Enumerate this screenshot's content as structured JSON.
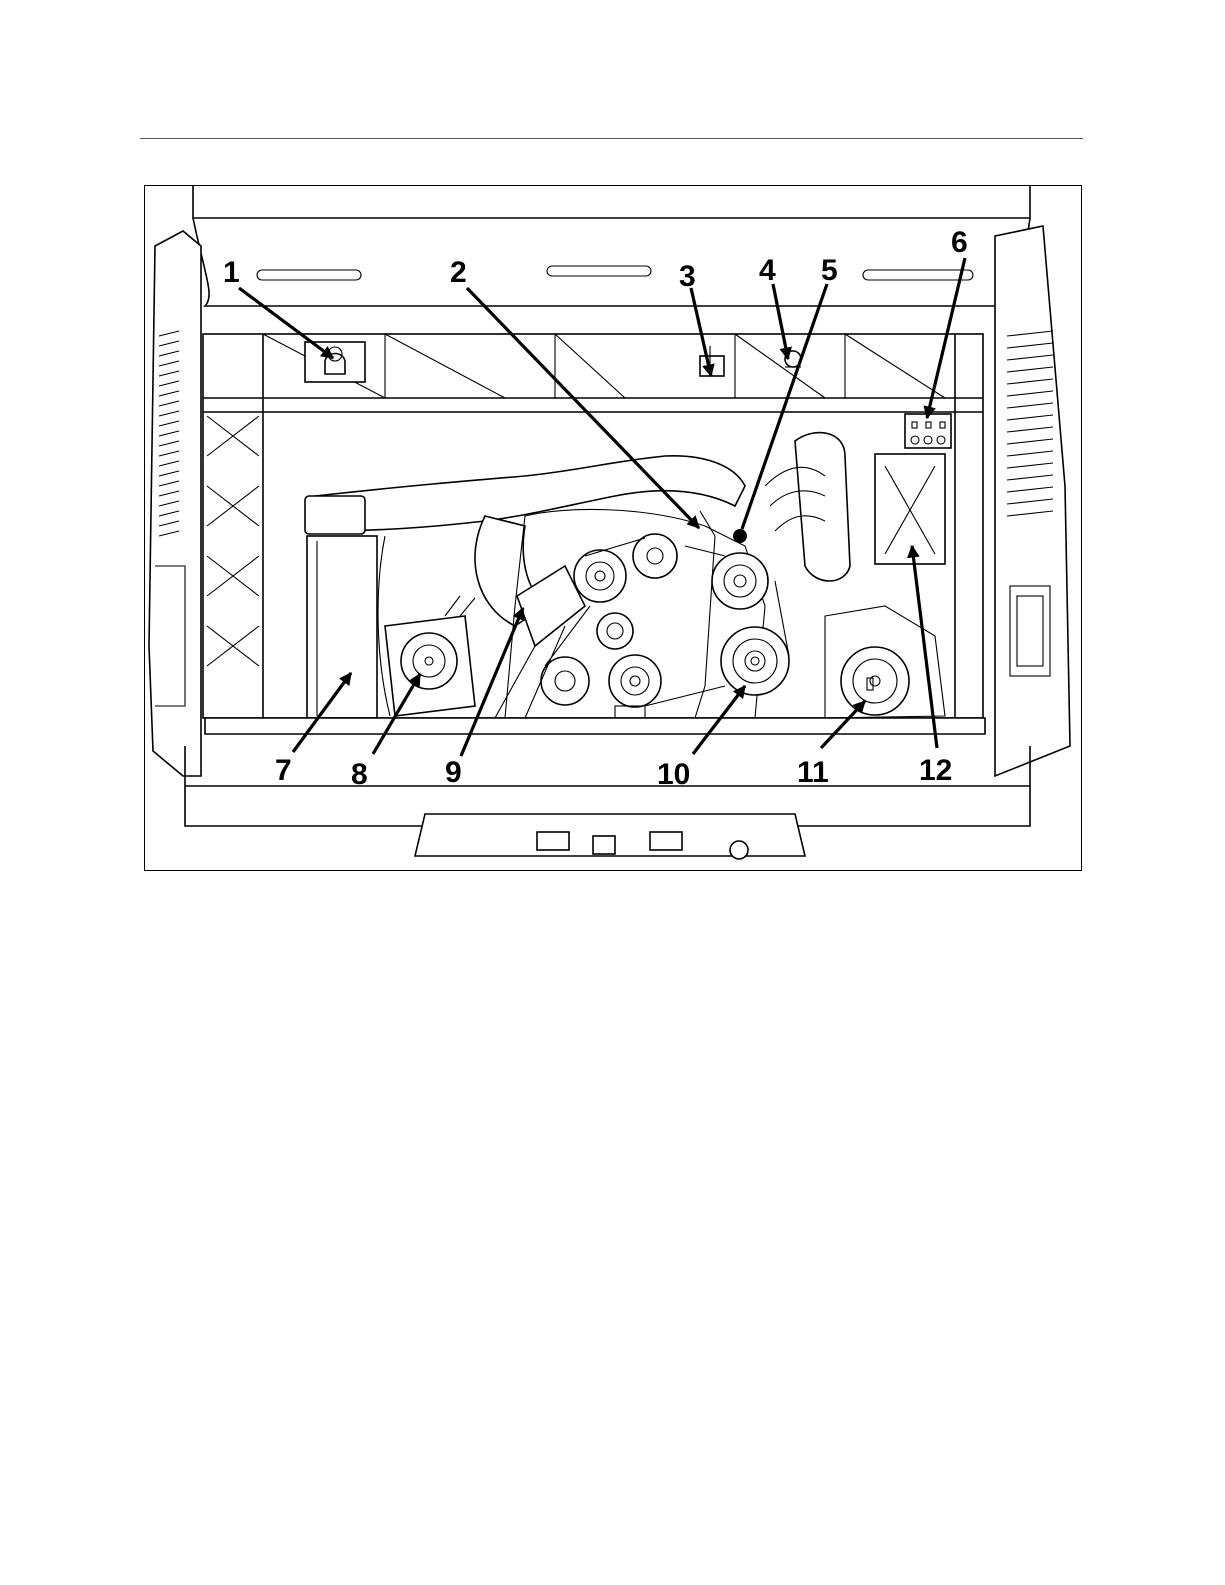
{
  "figure": {
    "description_icon": "engine-compartment-illustration",
    "callouts": [
      {
        "id": "1",
        "label": "1"
      },
      {
        "id": "2",
        "label": "2"
      },
      {
        "id": "3",
        "label": "3"
      },
      {
        "id": "4",
        "label": "4"
      },
      {
        "id": "5",
        "label": "5"
      },
      {
        "id": "6",
        "label": "6"
      },
      {
        "id": "7",
        "label": "7"
      },
      {
        "id": "8",
        "label": "8"
      },
      {
        "id": "9",
        "label": "9"
      },
      {
        "id": "10",
        "label": "10"
      },
      {
        "id": "11",
        "label": "11"
      },
      {
        "id": "12",
        "label": "12"
      }
    ]
  },
  "colors": {
    "ink": "#000000",
    "paper": "#ffffff"
  }
}
